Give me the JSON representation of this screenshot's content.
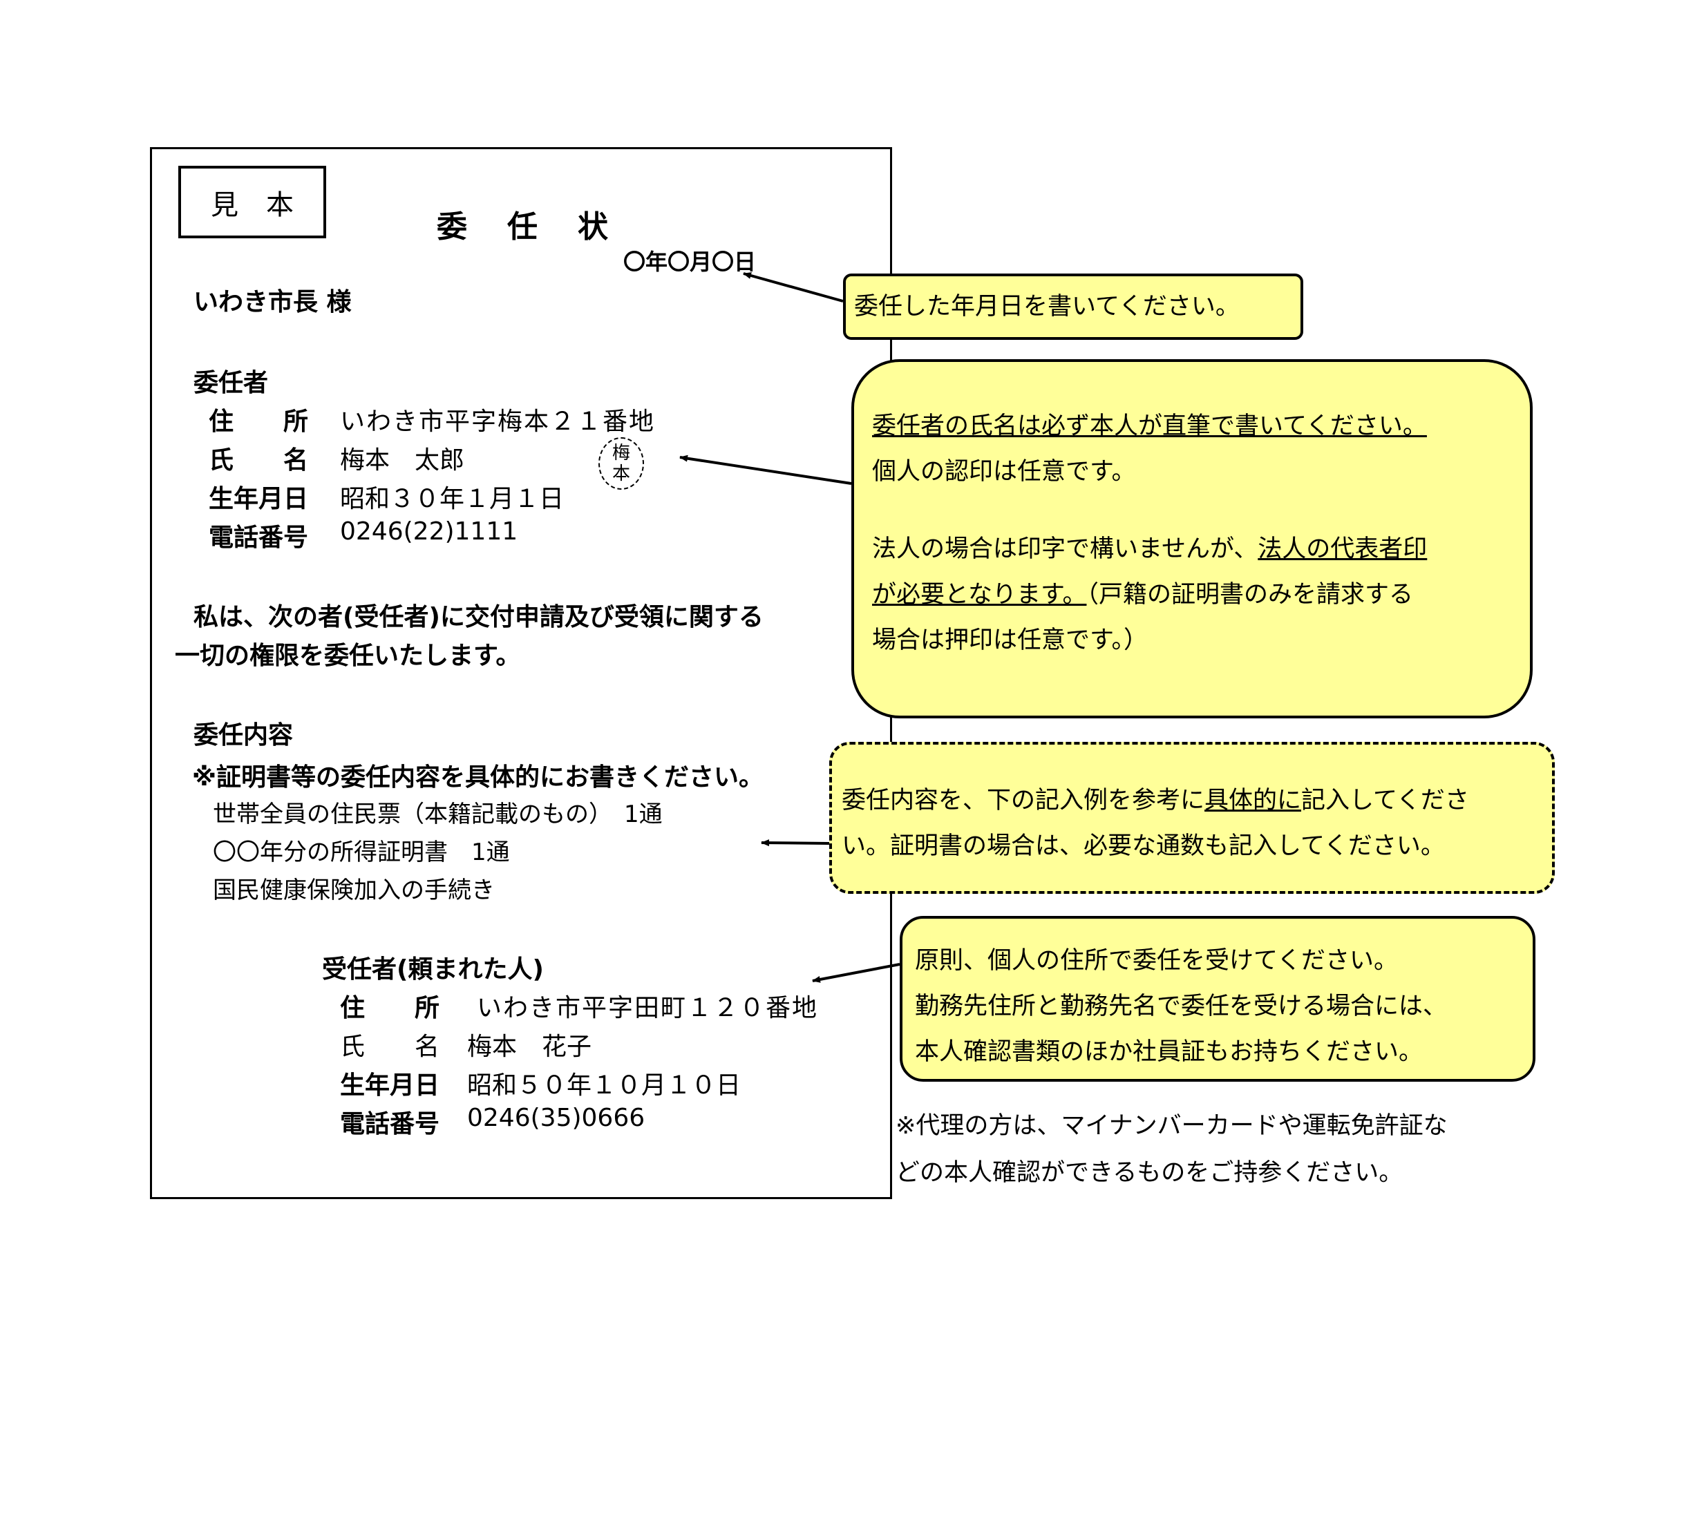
{
  "document": {
    "sample_label": "見　本",
    "title": "委任状",
    "date": "〇年〇月〇日",
    "addressee": "いわき市長 様",
    "delegator": {
      "heading": "委任者",
      "address_label": "住　　所",
      "address": "いわき市平字梅本２１番地",
      "name_label": "氏　　名",
      "name": "梅本　太郎",
      "birth_label": "生年月日",
      "birth": "昭和３０年１月１日",
      "phone_label": "電話番号",
      "phone": "0246(22)1111",
      "seal_text_1": "梅",
      "seal_text_2": "本"
    },
    "statement_line1": "私は、次の者(受任者)に交付申請及び受領に関する",
    "statement_line2": "一切の権限を委任いたします。",
    "content": {
      "heading": "委任内容",
      "instruction": "※証明書等の委任内容を具体的にお書きください。",
      "items": [
        "世帯全員の住民票（本籍記載のもの）　1通",
        "〇〇年分の所得証明書　1通",
        "国民健康保険加入の手続き"
      ]
    },
    "agent": {
      "heading": "受任者(頼まれた人)",
      "address_label": "住　　所",
      "address": "いわき市平字田町１２０番地",
      "name_label": "氏　　名",
      "name": "梅本　花子",
      "birth_label": "生年月日",
      "birth": "昭和５０年１０月１０日",
      "phone_label": "電話番号",
      "phone": "0246(35)0666"
    }
  },
  "callouts": {
    "date_note": "委任した年月日を書いてください。",
    "name_note": {
      "line1": "委任者の氏名は必ず本人が直筆で書いてください。",
      "line2": "個人の認印は任意です。",
      "line3_a": "法人の場合は印字で構いませんが、",
      "line3_b": "法人の代表者印",
      "line4_a": "が必要となります。",
      "line4_b": "（戸籍の証明書のみを請求する",
      "line5": "場合は押印は任意です。）"
    },
    "content_note": {
      "line1_a": "委任内容を、下の記入例を参考に",
      "line1_b": "具体的に",
      "line1_c": "記入してくださ",
      "line2": "い。証明書の場合は、必要な通数も記入してください。"
    },
    "agent_note": {
      "line1": "原則、個人の住所で委任を受けてください。",
      "line2": "勤務先住所と勤務先名で委任を受ける場合には、",
      "line3": "本人確認書類のほか社員証もお持ちください。"
    }
  },
  "footnote": {
    "line1": "※代理の方は、マイナンバーカードや運転免許証な",
    "line2": "どの本人確認ができるものをご持参ください。"
  },
  "colors": {
    "callout_fill": "#ffff99",
    "ink": "#000000"
  }
}
